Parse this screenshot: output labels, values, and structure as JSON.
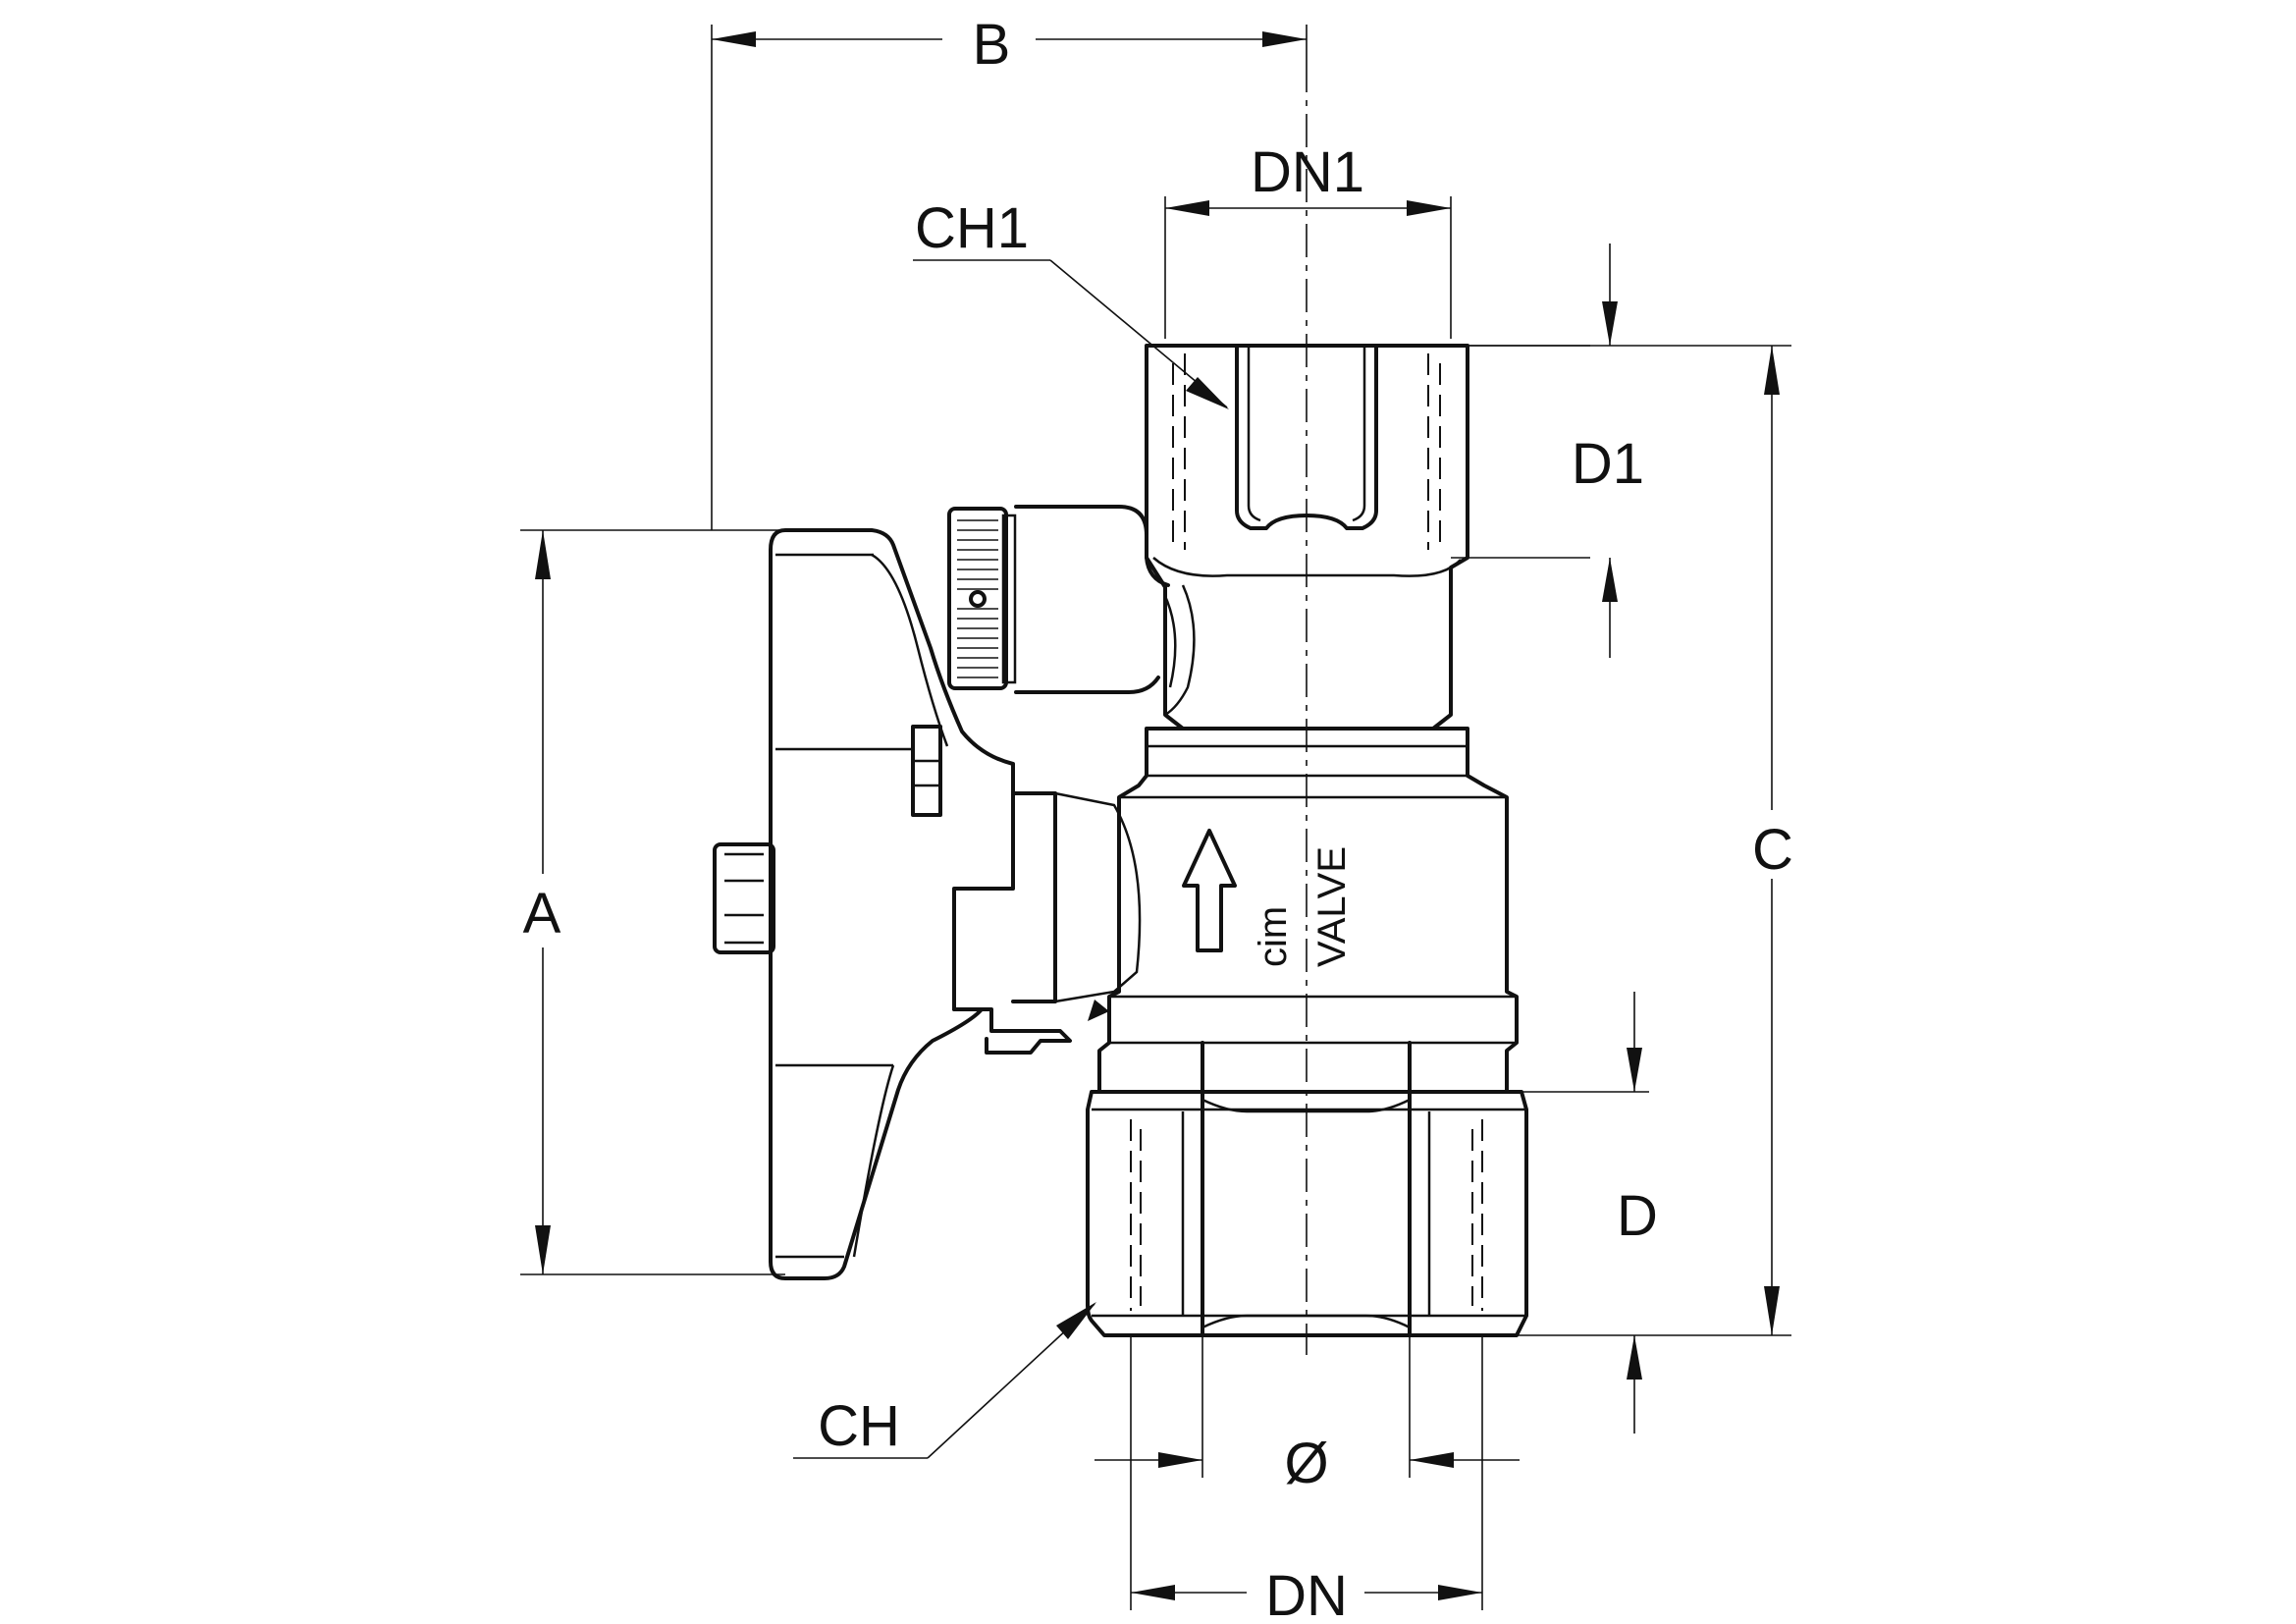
{
  "labels": {
    "B": "B",
    "DN1": "DN1",
    "CH1": "CH1",
    "D1": "D1",
    "A": "A",
    "C": "C",
    "D": "D",
    "CH": "CH",
    "phi": "Ø",
    "DN": "DN"
  },
  "marking": {
    "brand": "cim",
    "product": "VALVE"
  }
}
